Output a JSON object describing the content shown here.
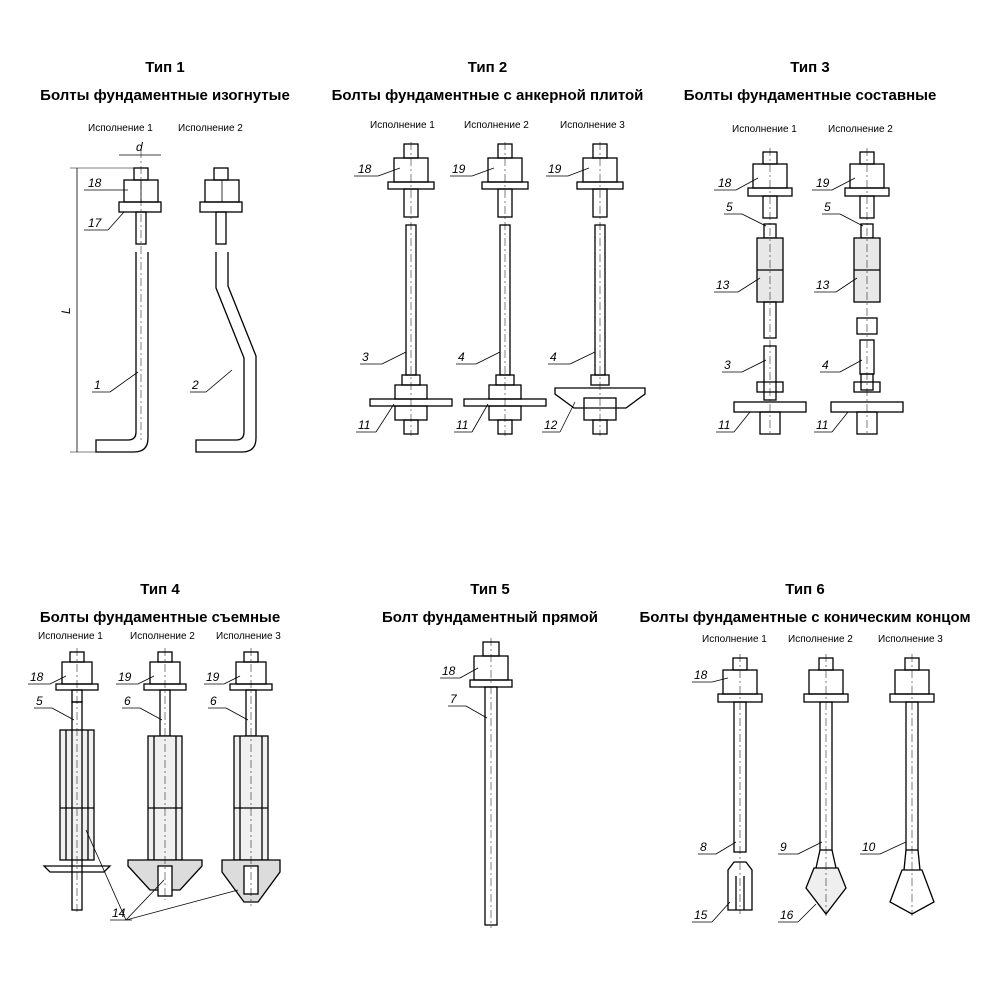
{
  "panels": [
    {
      "type": "Тип 1",
      "title": "Болты фундаментные изогнутые",
      "versions": [
        "Исполнение 1",
        "Исполнение 2"
      ],
      "dims": {
        "d": "d",
        "L": "L"
      },
      "parts": [
        "18",
        "17",
        "1",
        "2"
      ]
    },
    {
      "type": "Тип 2",
      "title": "Болты фундаментные с анкерной плитой",
      "versions": [
        "Исполнение 1",
        "Исполнение 2",
        "Исполнение 3"
      ],
      "parts": [
        "18",
        "19",
        "19",
        "3",
        "4",
        "4",
        "11",
        "11",
        "12"
      ]
    },
    {
      "type": "Тип 3",
      "title": "Болты фундаментные составные",
      "versions": [
        "Исполнение 1",
        "Исполнение 2"
      ],
      "parts": [
        "18",
        "19",
        "5",
        "5",
        "13",
        "13",
        "3",
        "4",
        "11",
        "11"
      ]
    },
    {
      "type": "Тип 4",
      "title": "Болты фундаментные съемные",
      "versions": [
        "Исполнение 1",
        "Исполнение 2",
        "Исполнение 3"
      ],
      "parts": [
        "18",
        "19",
        "19",
        "5",
        "6",
        "6",
        "14"
      ]
    },
    {
      "type": "Тип 5",
      "title": "Болт фундаментный прямой",
      "parts": [
        "18",
        "7"
      ]
    },
    {
      "type": "Тип 6",
      "title": "Болты фундаментные с коническим концом",
      "versions": [
        "Исполнение 1",
        "Исполнение 2",
        "Исполнение 3"
      ],
      "parts": [
        "18",
        "8",
        "9",
        "10",
        "15",
        "16"
      ]
    }
  ]
}
